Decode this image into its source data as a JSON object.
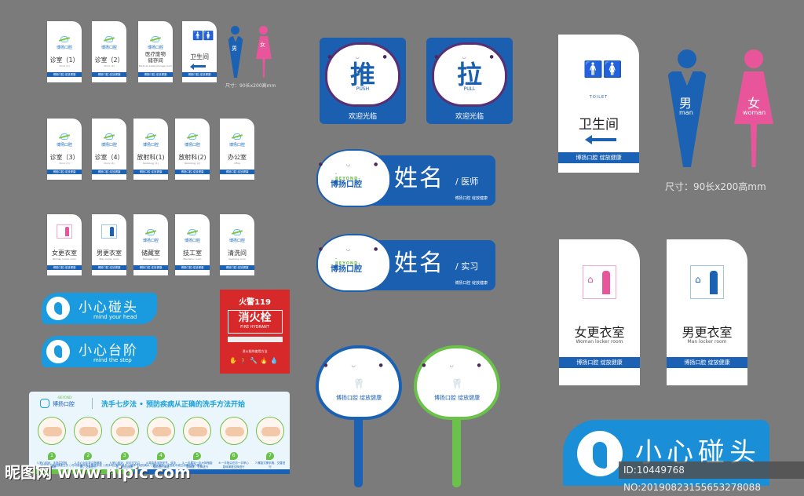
{
  "plates_row1": [
    {
      "label": "诊室（1）",
      "sub": "Clinic (1)"
    },
    {
      "label": "诊室（2）",
      "sub": "Clinic (2)"
    },
    {
      "label": "医疗废物\n储存间",
      "sub": "Medical waste storage room"
    },
    {
      "label": "卫生间",
      "sub": "TOILET"
    }
  ],
  "plates_row2": [
    {
      "label": "诊室（3）",
      "sub": "Clinic (3)"
    },
    {
      "label": "诊室（4）",
      "sub": "Clinic (4)"
    },
    {
      "label": "放射科(1)",
      "sub": "Radiology (1)"
    },
    {
      "label": "放射科(2)",
      "sub": "Radiology (2)"
    },
    {
      "label": "办公室",
      "sub": "office"
    }
  ],
  "plates_row3": [
    {
      "label": "女更衣室",
      "sub": "Woman locker room"
    },
    {
      "label": "男更衣室",
      "sub": "Man locker room"
    },
    {
      "label": "储藏室",
      "sub": "Storage room"
    },
    {
      "label": "技工室",
      "sub": "Mechanic room"
    },
    {
      "label": "清洗间",
      "sub": "Cleaning room"
    }
  ],
  "brand": {
    "cn": "博扬口腔",
    "en": "-BEYOND-",
    "slogan": "博扬口腔  绽放健康"
  },
  "small_figures": {
    "man": "男",
    "man_en": "man",
    "woman": "女",
    "woman_en": "woman",
    "size": "尺寸：90长x200高mm"
  },
  "warnings": {
    "head": {
      "cn": "小心碰头",
      "en": "mind your head"
    },
    "step": {
      "cn": "小心台阶",
      "en": "mind the step"
    }
  },
  "fire": {
    "header": "火警119",
    "title": "消火栓",
    "title_en": "FIRE HYDRANT",
    "usage": "消火栓的使用方法"
  },
  "wash": {
    "title": "洗手七步法 • 预防疾病从正确的洗手方法开始",
    "steps": [
      {
        "n": "1",
        "d": "1.掌心相对，手指并拢相互揉搓"
      },
      {
        "n": "2",
        "d": "2.手心对手背沿指缝揉搓，交换进行"
      },
      {
        "n": "3",
        "d": "3.掌心相对，双手交叉沿指缝相互揉搓"
      },
      {
        "n": "4",
        "d": "4.弯曲各手指关节，双手相扣进行揉搓"
      },
      {
        "n": "5",
        "d": "5.一手握另一手大拇指旋转揉搓，交换进行"
      },
      {
        "n": "6",
        "d": "6.一手指尖在另一手掌心旋转揉搓交换进行"
      },
      {
        "n": "7",
        "d": "7.螺旋式擦手腕，交替进行"
      }
    ],
    "tips": "○每步至少来回揉搓五次  ○尽可能使用专业的洗手液  ○洗手时应稍加用力  ○使用流动的清水  ○建议使用一次性纸巾或已消毒的毛巾擦手"
  },
  "doors": [
    {
      "cn": "推",
      "en": "PUSH",
      "welcome": "欢迎光临"
    },
    {
      "cn": "拉",
      "en": "PULL",
      "welcome": "欢迎光临"
    }
  ],
  "names": [
    {
      "name": "姓名",
      "role": "/ 医师"
    },
    {
      "name": "姓名",
      "role": "/ 实习"
    }
  ],
  "toilet_big": {
    "icon_label": "TOILET",
    "label": "卫生间"
  },
  "big_figures": {
    "man": "男",
    "man_en": "man",
    "woman": "女",
    "woman_en": "woman",
    "size": "尺寸：90长x200高mm"
  },
  "locker_big": [
    {
      "label": "女更衣室",
      "sub": "Woman locker room"
    },
    {
      "label": "男更衣室",
      "sub": "Man locker room"
    }
  ],
  "warn_big": {
    "cn": "小心碰头"
  },
  "watermark": {
    "site": "昵图网 www.nipic.com",
    "id": "ID:10449768 NO:20190823155653278088"
  },
  "colors": {
    "brand_blue": "#1c62b4",
    "sky_blue": "#1a9be0",
    "pink": "#e8559a",
    "green": "#6ac24a",
    "fire_red": "#d7282a",
    "background": "#7b7b7b"
  }
}
